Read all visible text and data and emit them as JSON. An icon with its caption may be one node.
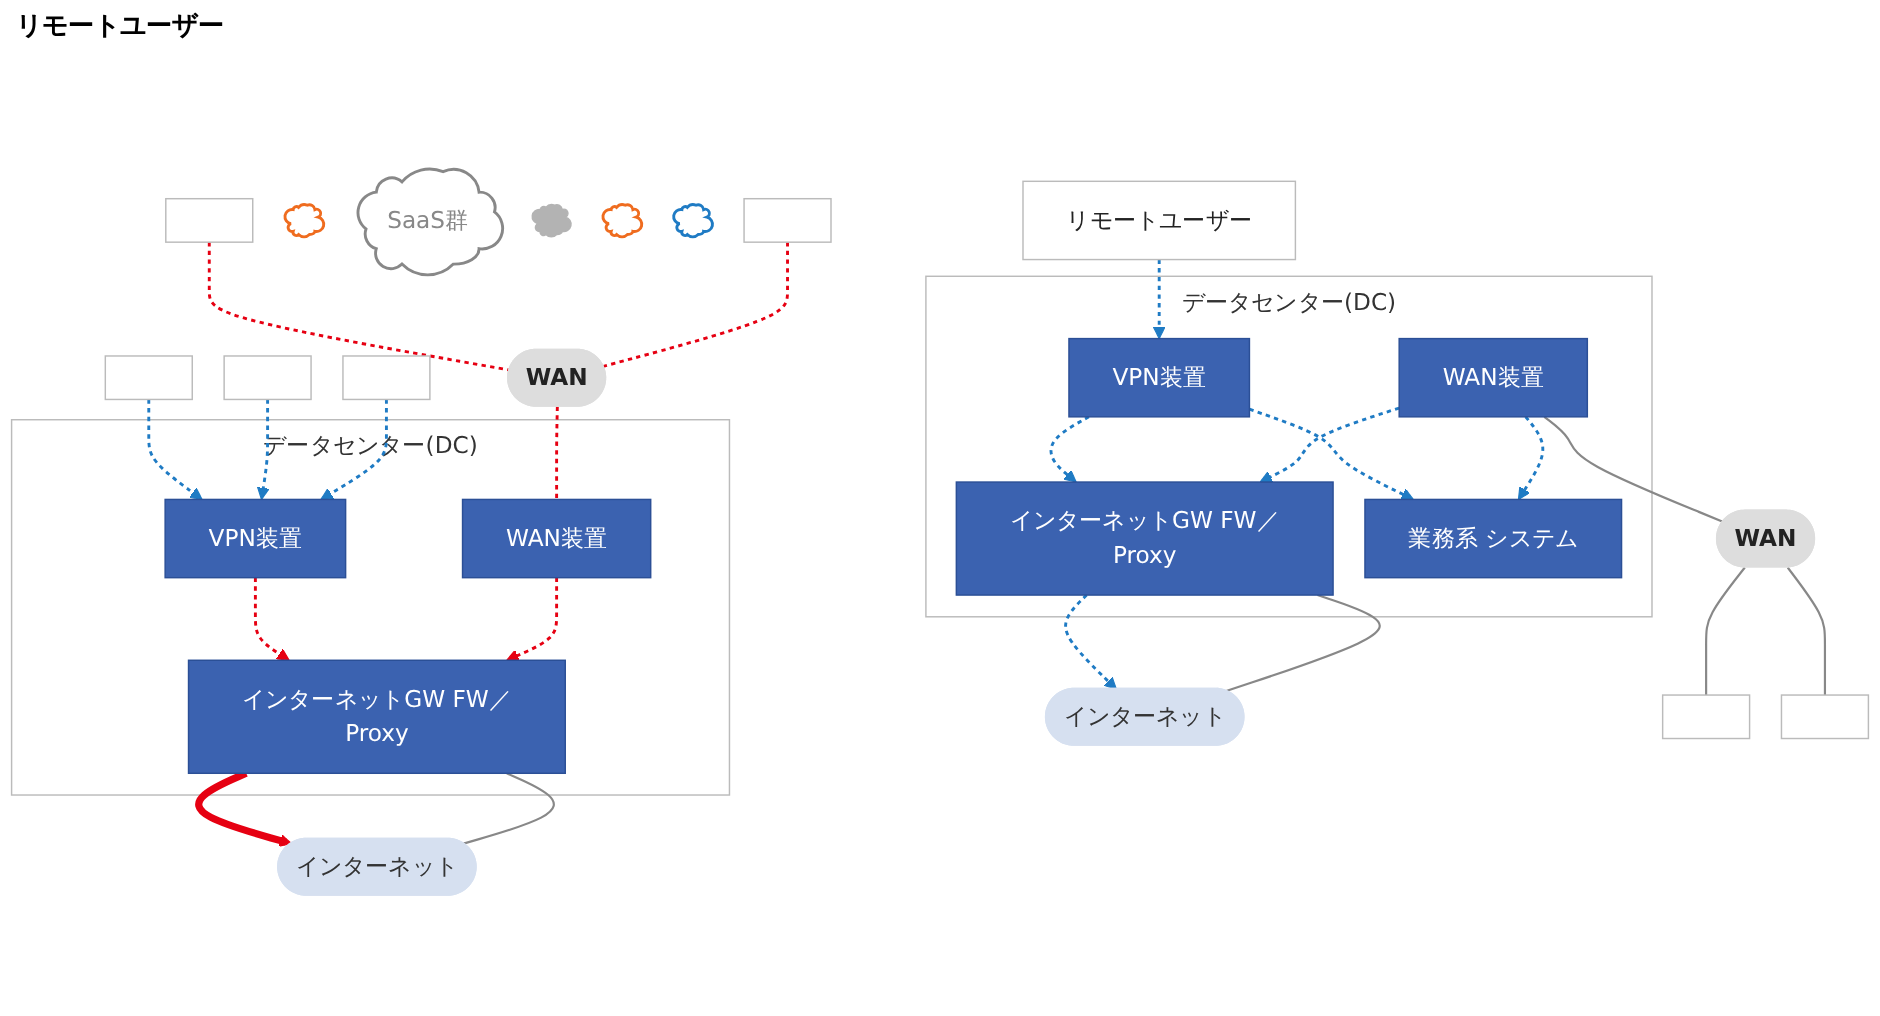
{
  "diagram": {
    "nodes": [
      {
        "text": [
          "リモートユーザー"
        ]
      },
      {
        "text": [
          "インターネット"
        ]
      },
      {
        "text": [],
        "shape": "cloud"
      },
      {
        "text": [
          "データセンター(DC)"
        ]
      },
      {
        "text": [
          "VPN装置"
        ],
        "in": 3
      },
      {
        "text": [
          "インターネットGW FW／Proxy"
        ],
        "in": 3
      },
      {
        "text": [
          "業務系 システム"
        ],
        "in": 3
      },
      {
        "text": [
          "WAN装置"
        ],
        "in": 3
      },
      {
        "text": [
          "WAN"
        ]
      },
      {
        "text": [],
        "shape": "box"
      },
      {
        "text": [],
        "shape": "box"
      },
      {
        "text": [],
        "shape": "box"
      },
      {
        "text": [],
        "shape": "box"
      },
      {
        "text": [],
        "shape": "box"
      },
      {
        "text": [
          "インターネット"
        ]
      },
      {
        "text": [
          "SaaS群"
        ]
      },
      {
        "text": [],
        "shape": "cloud"
      },
      {
        "text": [],
        "shape": "cloud"
      },
      {
        "text": [],
        "shape": "cloud"
      },
      {
        "text": [
          "データセンター(DC)"
        ]
      },
      {
        "text": [
          "VPN装置"
        ],
        "in": 19
      },
      {
        "text": [
          "インターネットGW FW／Proxy"
        ],
        "in": 19
      },
      {
        "text": [
          "WAN装置"
        ],
        "in": 19
      },
      {
        "text": [
          "WAN"
        ]
      },
      {
        "text": [],
        "shape": "box"
      },
      {
        "text": [],
        "shape": "box"
      }
    ],
    "edges": [
      {
        "from": 0,
        "to": 4,
        "arrow": "to",
        "style": "dashed",
        "color": "#1f7bc4"
      },
      {
        "from": 4,
        "to": 5,
        "arrow": "to",
        "style": "dashed",
        "color": "#1f7bc4"
      },
      {
        "from": 4,
        "to": 6,
        "arrow": "to",
        "style": "dashed",
        "color": "#1f7bc4"
      },
      {
        "from": 7,
        "to": 6,
        "arrow": "to",
        "style": "dashed",
        "color": "#1f7bc4"
      },
      {
        "from": 7,
        "to": 5,
        "arrow": "to",
        "style": "dashed",
        "color": "#1f7bc4"
      },
      {
        "from": 5,
        "to": 1,
        "arrow": "to",
        "style": "dashed",
        "color": "#1f7bc4"
      },
      {
        "from": 5,
        "to": 1,
        "arrow": "none",
        "color": "#888888"
      },
      {
        "from": 7,
        "to": 8,
        "arrow": "none",
        "color": "#888888"
      },
      {
        "from": 8,
        "to": 9,
        "arrow": "none",
        "color": "#888888"
      },
      {
        "from": 8,
        "to": 10,
        "arrow": "none",
        "color": "#888888"
      },
      {
        "from": 11,
        "to": 20,
        "arrow": "to",
        "style": "dashed",
        "color": "#1f7bc4"
      },
      {
        "from": 12,
        "to": 20,
        "arrow": "to",
        "style": "dashed",
        "color": "#1f7bc4"
      },
      {
        "from": 13,
        "to": 20,
        "arrow": "to",
        "style": "dashed",
        "color": "#1f7bc4"
      },
      {
        "from": 20,
        "to": 21,
        "arrow": "to",
        "style": "dashed",
        "color": "#e60012"
      },
      {
        "from": 21,
        "to": 14,
        "arrow": "to",
        "style": "thick",
        "color": "#e60012"
      },
      {
        "from": 21,
        "to": 14,
        "arrow": "none",
        "color": "#888888"
      },
      {
        "from": 22,
        "to": 21,
        "arrow": "to",
        "style": "dashed",
        "color": "#e60012"
      },
      {
        "from": 23,
        "to": 22,
        "arrow": "none",
        "style": "dashed",
        "color": "#e60012"
      },
      {
        "from": 24,
        "to": 23,
        "arrow": "none",
        "style": "dashed",
        "color": "#e60012"
      },
      {
        "from": 25,
        "to": 23,
        "arrow": "none",
        "style": "dashed",
        "color": "#e60012"
      }
    ],
    "labels": [
      "リモートユーザー"
    ]
  }
}
